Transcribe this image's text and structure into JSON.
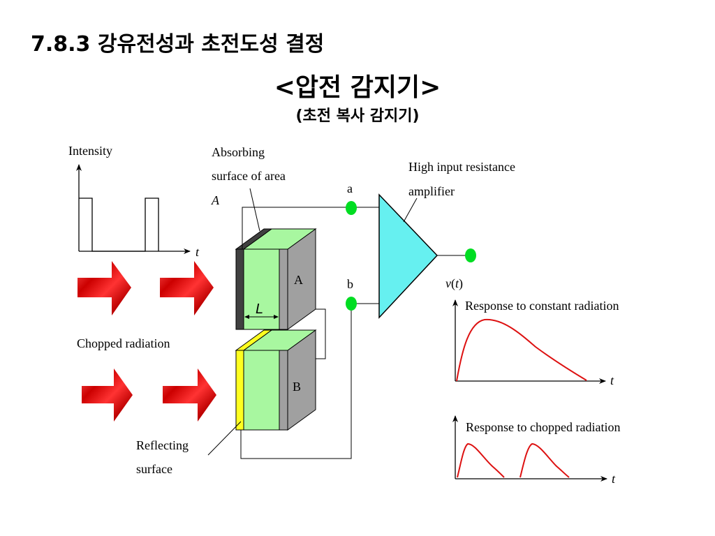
{
  "header": {
    "section_title": "7.8.3 강유전성과 초전도성 결정",
    "slide_title": "<압전 감지기>",
    "subtitle": "(초전 복사 감지기)"
  },
  "diagram": {
    "intensity_label": "Intensity",
    "time_label": "t",
    "chopped_radiation_label": "Chopped radiation",
    "absorbing_line1": "Absorbing",
    "absorbing_line2": "surface of area",
    "absorbing_line3": "A",
    "thickness_label": "L",
    "electrode_a_label": "A",
    "electrode_b_label": "B",
    "reflecting_line1": "Reflecting",
    "reflecting_line2": "surface",
    "terminal_a": "a",
    "terminal_b": "b",
    "amplifier_line1": "High input resistance",
    "amplifier_line2": "amplifier",
    "output_v": "v",
    "output_open": "(",
    "output_t": "t",
    "output_close": ")",
    "response_constant_label": "Response to constant radiation",
    "response_chopped_label": "Response to chopped radiation",
    "colors": {
      "crystal": "#a8f7a0",
      "electrode": "#a0a0a0",
      "absorber": "#404040",
      "reflector": "#ffff20",
      "amplifier": "#66f0f0",
      "terminal": "#00dd22",
      "arrow": "#dd1111",
      "curve": "#dd1111"
    }
  }
}
